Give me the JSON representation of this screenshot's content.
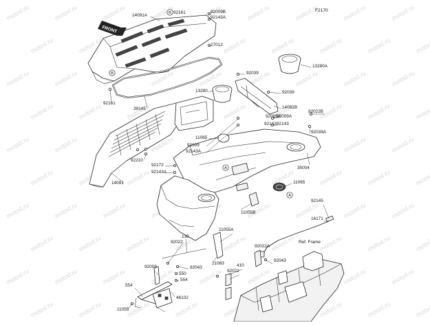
{
  "figure_code": "F2170",
  "watermark": "motod.ru",
  "front_badge": "FRONT",
  "callout_letters": [
    "B",
    "A",
    "A",
    "B"
  ],
  "ref_frame": "Ref. Frame",
  "labels": [
    "14091A",
    "92161",
    "92009B",
    "92143A",
    "27012",
    "13280A",
    "92039",
    "13280",
    "92039",
    "14091B",
    "92161",
    "39145",
    "92022B",
    "92009A",
    "92143",
    "92009A",
    "92143",
    "92039A",
    "11065",
    "92009",
    "92143A",
    "92210",
    "35004",
    "92172",
    "92143A",
    "11065",
    "14091",
    "11055B",
    "92145",
    "16171",
    "11055A",
    "130",
    "92022",
    "92022A",
    "21083",
    "410",
    "92009",
    "92043",
    "92043",
    "550",
    "554",
    "554",
    "92022",
    "46102",
    "11055"
  ]
}
